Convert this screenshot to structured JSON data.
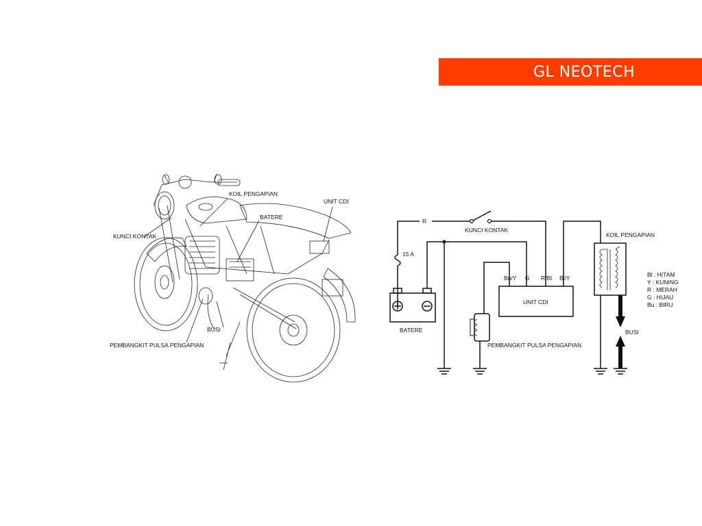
{
  "header": {
    "title": "GL NEOTECH"
  },
  "illustration": {
    "labels": {
      "kunci_kontak": "KUNCI KONTAK",
      "koil_pengapian": "KOIL PENGAPIAN",
      "batere": "BATERE",
      "unit_cdi": "UNIT CDI",
      "busi": "BUSI",
      "pembangkit": "PEMBANGKIT PULSA PENGAPIAN"
    }
  },
  "schematic": {
    "wire_r": "R",
    "fuse": "15 A",
    "kunci_kontak": "KUNCI KONTAK",
    "koil_pengapian": "KOIL PENGAPIAN",
    "batere": "BATERE",
    "unit_cdi": "UNIT CDI",
    "terminals": {
      "buy": "Bu/Y",
      "g": "G",
      "rbl": "R/Bl",
      "bly": "Bl/Y"
    },
    "pembangkit": "PEMBANGKIT PULSA PENGAPIAN",
    "busi": "BUSI",
    "legend": [
      "Bl : HITAM",
      "Y  : KUNING",
      "R  : MERAH",
      "G  : HIJAU",
      "Bu : BIRU"
    ]
  }
}
